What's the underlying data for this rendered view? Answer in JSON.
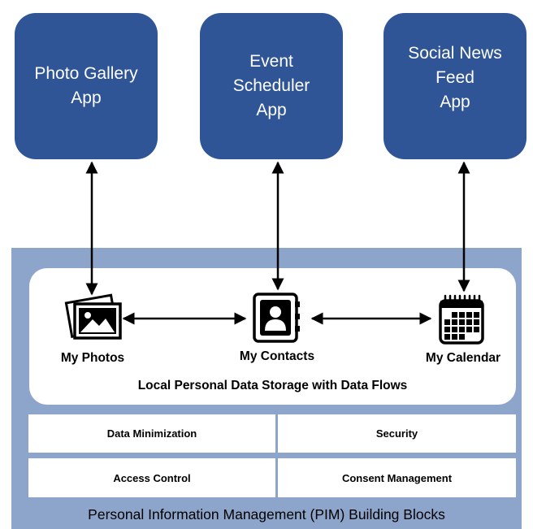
{
  "apps": [
    {
      "lines": [
        "Photo Gallery",
        "App"
      ]
    },
    {
      "lines": [
        "Event",
        "Scheduler",
        "App"
      ]
    },
    {
      "lines": [
        "Social News",
        "Feed",
        "App"
      ]
    }
  ],
  "storage": {
    "nodes": [
      {
        "label": "My Photos",
        "icon": "photos-icon"
      },
      {
        "label": "My Contacts",
        "icon": "contacts-icon"
      },
      {
        "label": "My Calendar",
        "icon": "calendar-icon"
      }
    ],
    "title": "Local Personal Data Storage with Data Flows"
  },
  "building_blocks": [
    "Data Minimization",
    "Security",
    "Access Control",
    "Consent Management"
  ],
  "pim_title": "Personal Information Management (PIM) Building Blocks",
  "colors": {
    "app_fill": "#2f5597",
    "panel_fill": "#8ea5cb",
    "arrow": "#000000"
  }
}
